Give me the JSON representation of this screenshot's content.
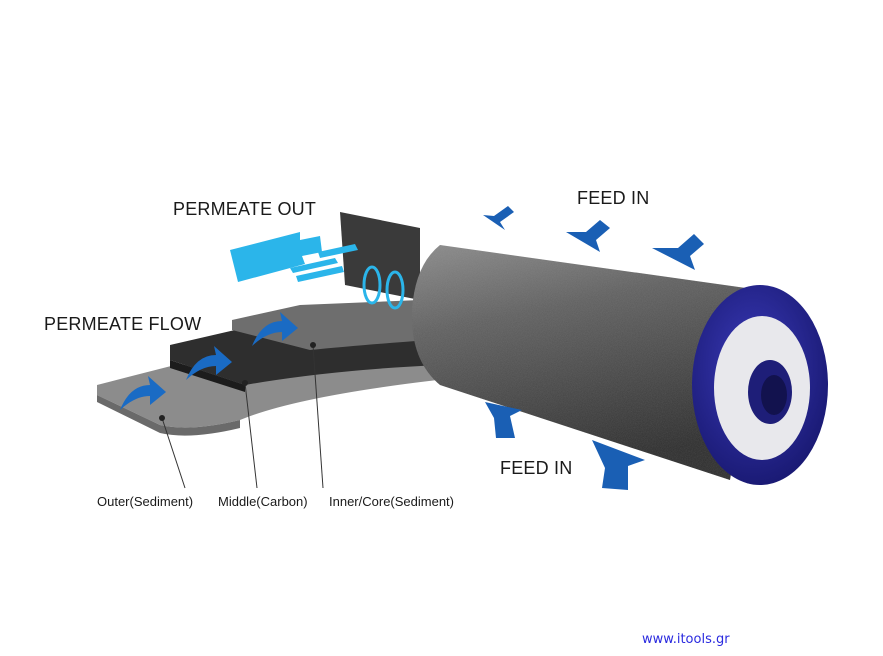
{
  "labels": {
    "permeate_out": "PERMEATE OUT",
    "permeate_flow": "PERMEATE FLOW",
    "feed_in_top": "FEED IN",
    "feed_in_bottom": "FEED IN",
    "outer": "Outer(Sediment)",
    "middle": "Middle(Carbon)",
    "inner": "Inner/Core(Sediment)"
  },
  "watermark": "www.itools.gr",
  "colors": {
    "arrow_blue": "#1a5fb4",
    "permeate_cyan": "#2bb5ea",
    "cap_blue": "#2a2a9a",
    "link": "#2a2adf"
  }
}
